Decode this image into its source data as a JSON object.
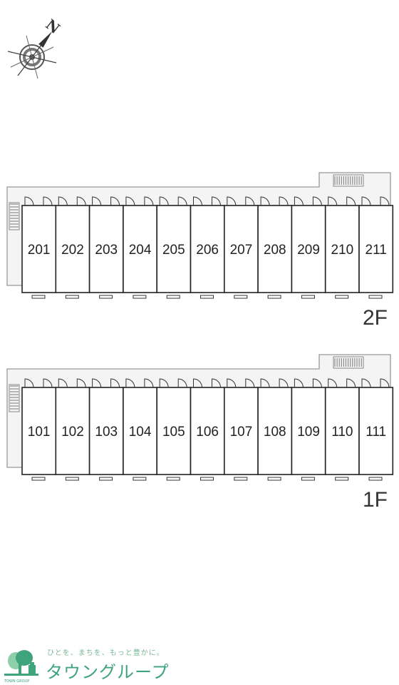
{
  "compass": {
    "north_label": "N"
  },
  "floors": [
    {
      "label": "2F",
      "units": [
        "201",
        "202",
        "203",
        "204",
        "205",
        "206",
        "207",
        "208",
        "209",
        "210",
        "211"
      ]
    },
    {
      "label": "1F",
      "units": [
        "101",
        "102",
        "103",
        "104",
        "105",
        "106",
        "107",
        "108",
        "109",
        "110",
        "111"
      ]
    }
  ],
  "brand": {
    "tagline": "ひとを、まちを、もっと豊かに。",
    "name": "タウングループ",
    "logo_text": "TOWN GROUP",
    "color": "#3fa37b"
  }
}
